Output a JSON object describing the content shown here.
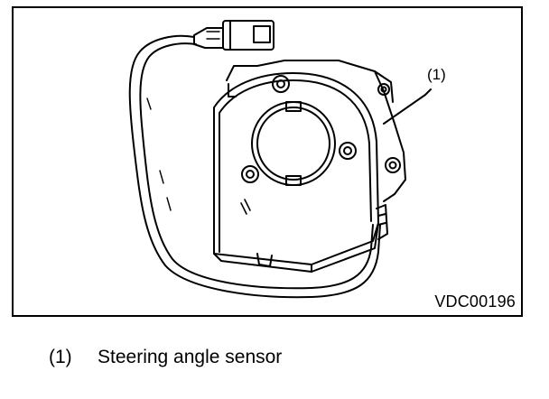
{
  "figure": {
    "callout": "(1)",
    "code": "VDC00196"
  },
  "legend": [
    {
      "number": "(1)",
      "text": "Steering angle sensor"
    }
  ],
  "colors": {
    "line": "#000000",
    "background": "#ffffff"
  }
}
